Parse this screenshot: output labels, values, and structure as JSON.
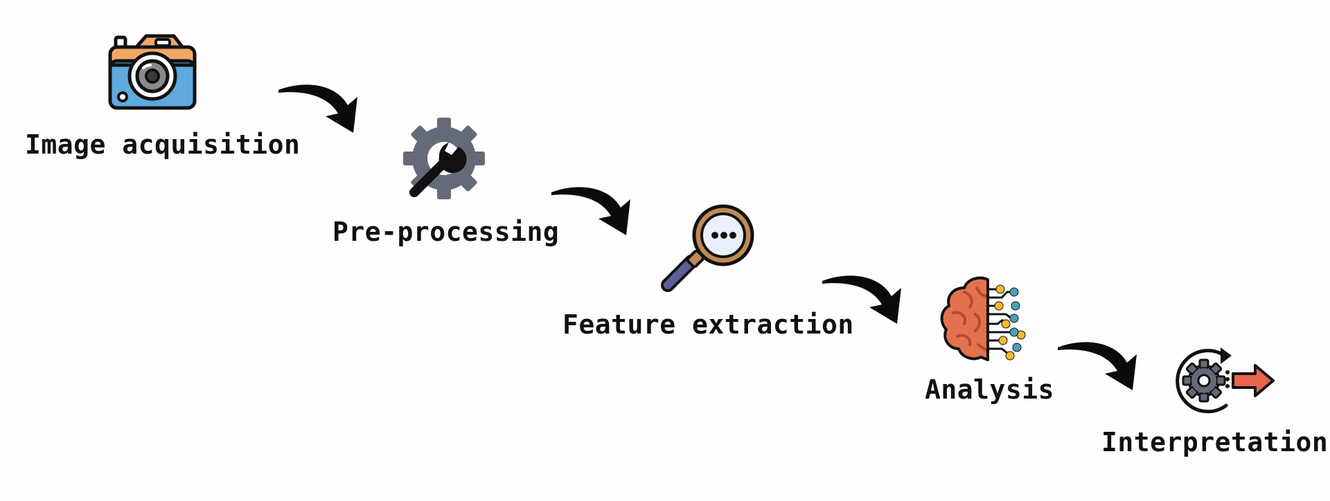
{
  "steps": [
    {
      "label": "Image acquisition",
      "icon": "camera-icon"
    },
    {
      "label": "Pre-processing",
      "icon": "gear-wrench-icon"
    },
    {
      "label": "Feature extraction",
      "icon": "magnifier-icon"
    },
    {
      "label": "Analysis",
      "icon": "brain-circuit-icon"
    },
    {
      "label": "Interpretation",
      "icon": "gear-arrow-icon"
    }
  ],
  "colors": {
    "camera_top": "#f0a866",
    "camera_body": "#5fa9de",
    "gear_gray": "#646a78",
    "magnifier_rim": "#c08a55",
    "magnifier_handle": "#5a5f9a",
    "brain": "#e2724e",
    "brain_dots_yellow": "#f4b731",
    "brain_dots_blue": "#4d9fb8",
    "output_arrow": "#e8644e",
    "arrow_black": "#0a0a0a"
  }
}
